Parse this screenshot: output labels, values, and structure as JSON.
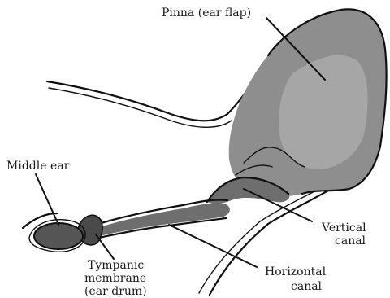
{
  "labels": {
    "pinna": "Pinna (ear flap)",
    "middle_ear": "Middle ear",
    "tympanic_1": "Tympanic",
    "tympanic_2": "membrane",
    "tympanic_3": "(ear drum)",
    "vertical_1": "Vertical",
    "vertical_2": "canal",
    "horizontal_1": "Horizontal",
    "horizontal_2": "canal"
  },
  "colors": {
    "pinna": "#8e8e8e",
    "canal": "#6e6e6e",
    "outline": "#111111"
  }
}
